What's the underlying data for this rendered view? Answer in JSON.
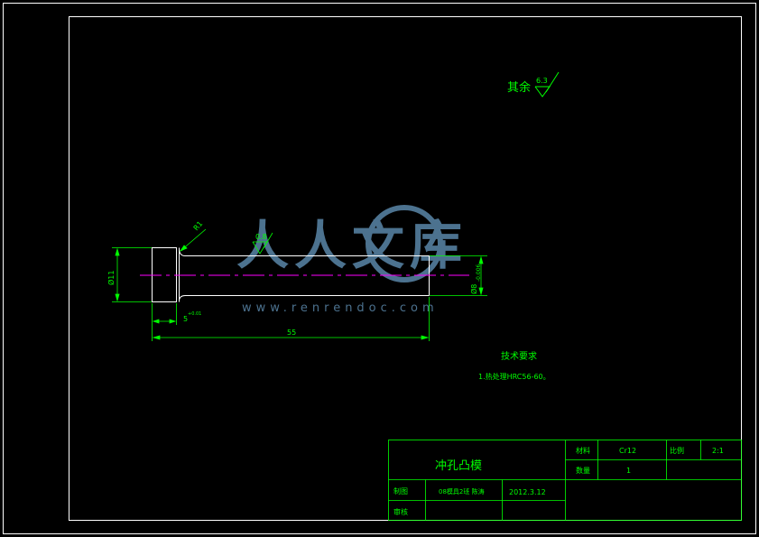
{
  "surface_note": {
    "prefix": "其余",
    "value": "6.3"
  },
  "dimensions": {
    "chamfer": "R1",
    "head_diameter": "Ø11",
    "head_length": "5",
    "head_length_tol": "+0.01",
    "total_length": "55",
    "shank_diameter": "Ø8",
    "shank_tol": "-0.006",
    "roughness": "0.8"
  },
  "watermark": {
    "logo_text": "人人文库",
    "url": "www.renrendoc.com"
  },
  "tech_requirements": {
    "title": "技术要求",
    "line1": "1.热处理HRC56-60。"
  },
  "title_block": {
    "part_name": "冲孔凸模",
    "material_label": "材料",
    "material": "Cr12",
    "scale_label": "比例",
    "scale": "2:1",
    "quantity_label": "数量",
    "quantity": "1",
    "drawn_label": "制图",
    "drawn_by": "08模具2班 陈涛",
    "date": "2012.3.12",
    "check_label": "审核"
  },
  "colors": {
    "background": "#000000",
    "outline": "#ffffff",
    "dimension": "#00ff00",
    "centerline": "#ff00ff",
    "watermark": "#5a86a8"
  }
}
